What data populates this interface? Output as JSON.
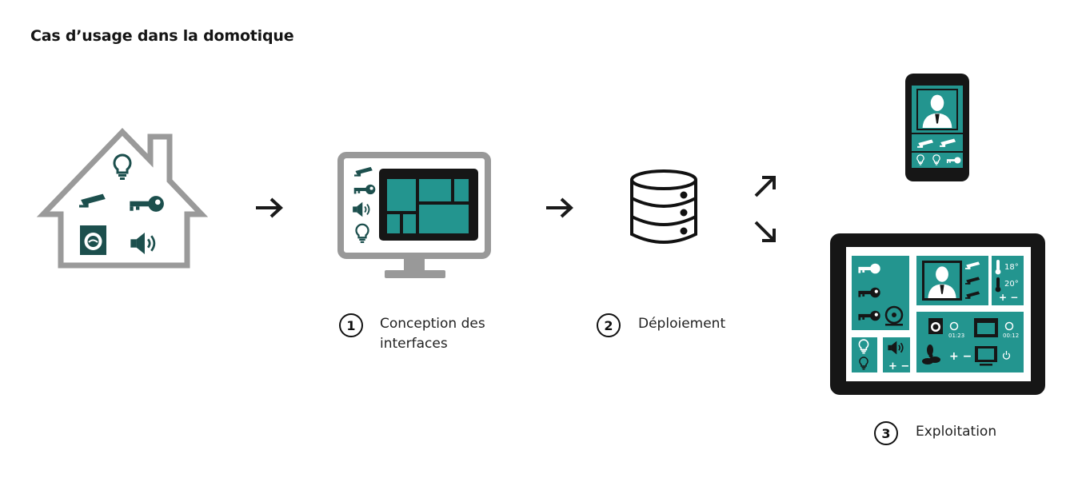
{
  "title": "Cas d’usage dans la domotique",
  "steps": [
    {
      "num": "1",
      "line1": "Conception des",
      "line2": "interfaces"
    },
    {
      "num": "2",
      "line1": "Déploiement",
      "line2": ""
    },
    {
      "num": "3",
      "line1": "Exploitation",
      "line2": ""
    }
  ],
  "tablet": {
    "temp_high": "18°",
    "temp_low": "20°",
    "plus_minus": "+ −",
    "time_left": "01:23",
    "time_right": "00:12"
  },
  "colors": {
    "teal": "#23958f",
    "dark_teal": "#1c4f4d",
    "gray": "#999999",
    "black": "#161616"
  },
  "icons": [
    "house-icon",
    "bulb-icon",
    "camera-icon",
    "key-icon",
    "washing-machine-icon",
    "speaker-icon",
    "arrow-right-icon",
    "monitor-icon",
    "database-icon",
    "arrow-up-right-icon",
    "arrow-down-right-icon",
    "smartphone-icon",
    "tablet-icon",
    "person-icon",
    "thermometer-icon",
    "bell-icon",
    "fan-icon",
    "tv-icon",
    "oven-icon",
    "alarm-clock-icon",
    "power-icon"
  ]
}
